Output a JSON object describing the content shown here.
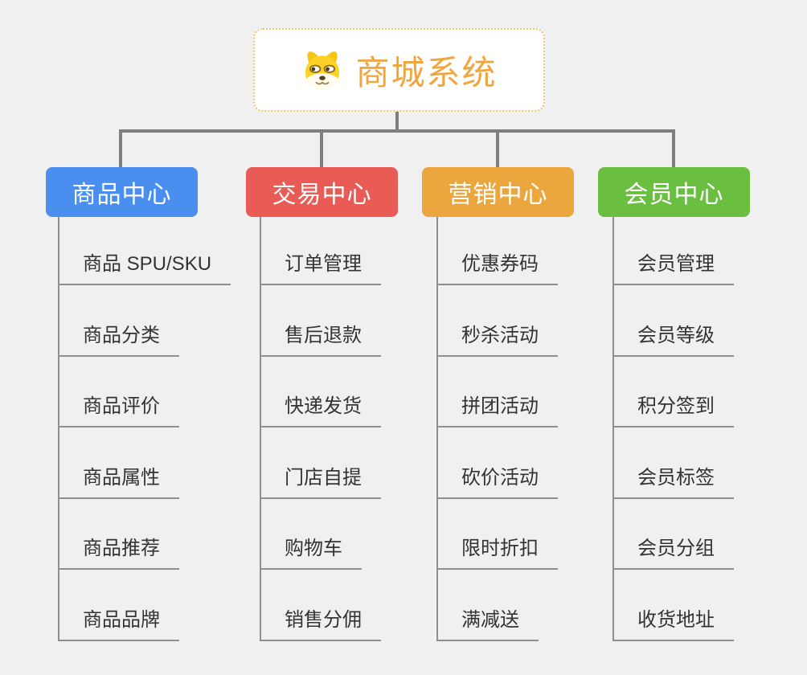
{
  "root": {
    "label": "商城系统",
    "icon": "doge-icon"
  },
  "branches": [
    {
      "label": "商品中心",
      "color": "#4a8ef0",
      "children": [
        "商品 SPU/SKU",
        "商品分类",
        "商品评价",
        "商品属性",
        "商品推荐",
        "商品品牌"
      ]
    },
    {
      "label": "交易中心",
      "color": "#e85c55",
      "children": [
        "订单管理",
        "售后退款",
        "快递发货",
        "门店自提",
        "购物车",
        "销售分佣"
      ]
    },
    {
      "label": "营销中心",
      "color": "#eba73d",
      "children": [
        "优惠券码",
        "秒杀活动",
        "拼团活动",
        "砍价活动",
        "限时折扣",
        "满减送"
      ]
    },
    {
      "label": "会员中心",
      "color": "#6abe40",
      "children": [
        "会员管理",
        "会员等级",
        "积分签到",
        "会员标签",
        "会员分组",
        "收货地址"
      ]
    }
  ],
  "colors": {
    "background": "#f0f0f0",
    "connector": "#7f7f7f",
    "child_line": "#8f8f8f",
    "root_border": "#f3c06b",
    "root_text": "#f0a63e",
    "child_text": "#333333"
  }
}
